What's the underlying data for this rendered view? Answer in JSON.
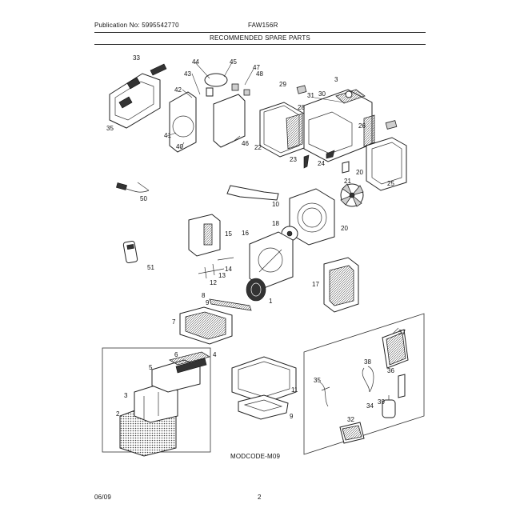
{
  "header": {
    "publication": "Publication No: 5995542770",
    "model": "FAW156R",
    "title": "RECOMMENDED SPARE PARTS"
  },
  "footer": {
    "date": "06/09",
    "page": "2",
    "model_code": "MODCODE-M09"
  },
  "callouts": [
    "33",
    "35",
    "44",
    "45",
    "47",
    "48",
    "42",
    "43",
    "41",
    "40",
    "46",
    "29",
    "3",
    "28",
    "31",
    "30",
    "22",
    "23",
    "24",
    "20",
    "25",
    "21",
    "50",
    "10",
    "20",
    "18",
    "16",
    "15",
    "14",
    "13",
    "12",
    "51",
    "17",
    "8",
    "9",
    "7",
    "1",
    "37",
    "38",
    "36",
    "39",
    "4",
    "6",
    "5",
    "3",
    "2",
    "11",
    "35",
    "34",
    "32",
    "9",
    "26"
  ]
}
